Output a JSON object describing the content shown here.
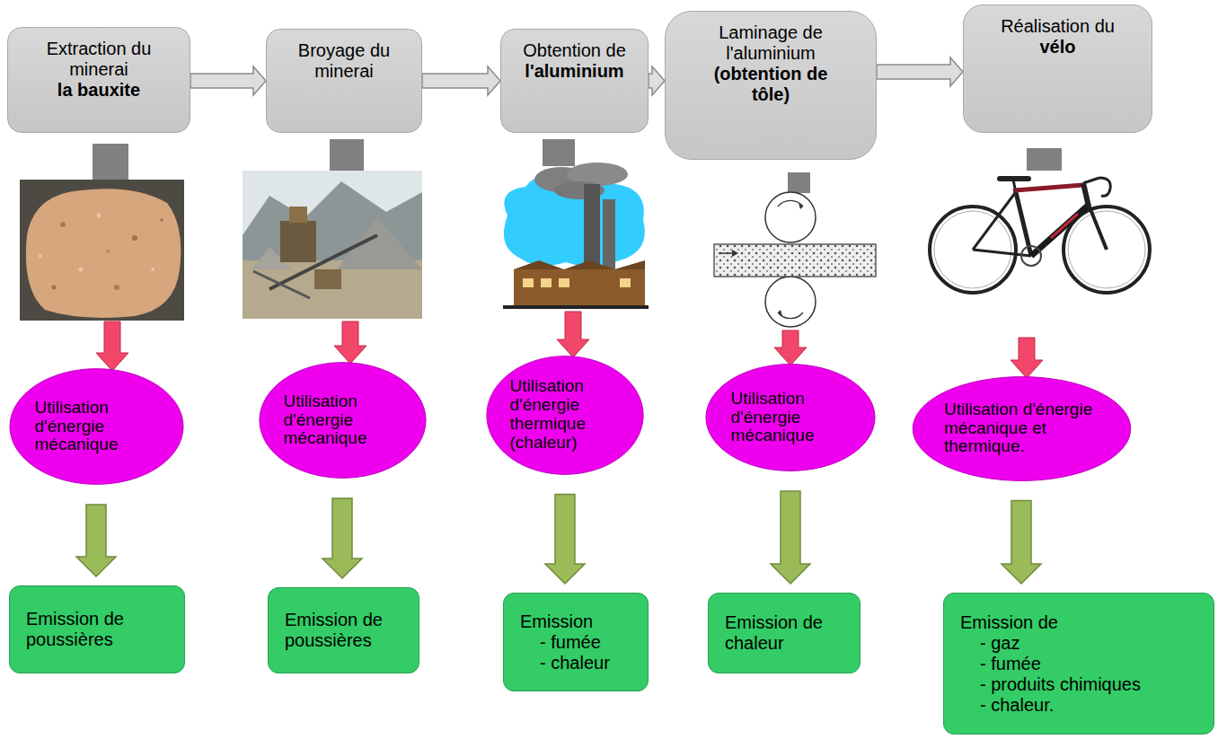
{
  "diagram": {
    "nodes": [
      {
        "text": [
          "Extraction du minerai",
          "la bauxite"
        ]
      },
      {
        "text": [
          "Broyage du minerai"
        ]
      },
      {
        "text": [
          "Obtention de",
          "l'aluminium"
        ]
      },
      {
        "text": [
          "Laminage de l'aluminium",
          "(obtention de tôle)"
        ]
      },
      {
        "text": [
          "Réalisation du",
          "vélo"
        ]
      },
      {
        "text": [
          "Utilisation d'énergie mécanique"
        ]
      },
      {
        "text": [
          "Utilisation d'énergie mécanique"
        ]
      },
      {
        "text": [
          "Utilisation d'énergie thermique (chaleur)"
        ]
      },
      {
        "text": [
          "Utilisation d'énergie mécanique"
        ]
      },
      {
        "text": [
          "Utilisation d'énergie mécanique et thermique."
        ]
      },
      {
        "text": [
          "Emission de poussières"
        ]
      },
      {
        "text": [
          "Emission de poussières"
        ]
      },
      {
        "text": [
          "Emission",
          "- fumée",
          "- chaleur"
        ]
      },
      {
        "text": [
          "Emission de chaleur"
        ]
      },
      {
        "text": [
          "Emission de",
          "- gaz",
          "- fumée",
          "- produits chimiques",
          "- chaleur."
        ]
      }
    ],
    "edges": [
      {
        "from": 0,
        "to": 1,
        "arrow": "to"
      },
      {
        "from": 1,
        "to": 2,
        "arrow": "to"
      },
      {
        "from": 2,
        "to": 3,
        "arrow": "to"
      },
      {
        "from": 3,
        "to": 4,
        "arrow": "to"
      },
      {
        "from": 5,
        "to": 10,
        "arrow": "to"
      },
      {
        "from": 6,
        "to": 11,
        "arrow": "to"
      },
      {
        "from": 7,
        "to": 12,
        "arrow": "to"
      },
      {
        "from": 8,
        "to": 13,
        "arrow": "to"
      },
      {
        "from": 9,
        "to": 14,
        "arrow": "to"
      }
    ]
  }
}
